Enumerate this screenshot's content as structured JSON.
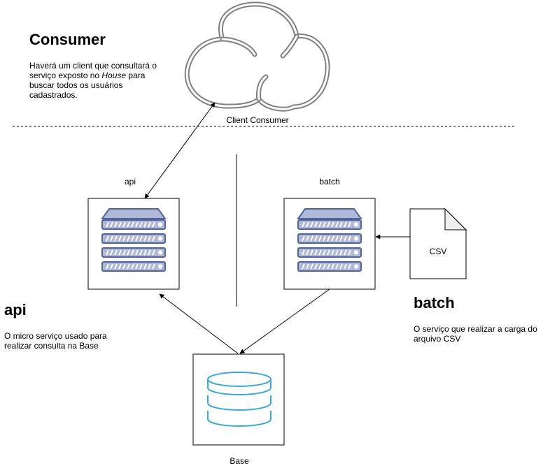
{
  "sections": {
    "consumer": {
      "title": "Consumer",
      "desc_before": "Haverá um client que consultará o serviço exposto no ",
      "desc_em": "House",
      "desc_after": " para buscar todos os usuários cadastrados."
    },
    "api": {
      "title": "api",
      "desc": "O micro serviço usado para realizar consulta na Base"
    },
    "batch": {
      "title": "batch",
      "desc": "O serviço que realizar a carga do arquivo CSV"
    }
  },
  "nodes": {
    "client": {
      "label": "Client Consumer",
      "icon": "cloud-icon"
    },
    "api": {
      "label": "api",
      "icon": "server-icon"
    },
    "batch": {
      "label": "batch",
      "icon": "server-icon"
    },
    "csv": {
      "label": "CSV",
      "icon": "file-icon"
    },
    "base": {
      "label": "Base",
      "icon": "database-icon"
    }
  },
  "colors": {
    "server_fill": "#b0b9d8",
    "server_stroke": "#4f649b",
    "database_stroke": "#3aa8d8",
    "cloud_stroke": "#808080"
  }
}
